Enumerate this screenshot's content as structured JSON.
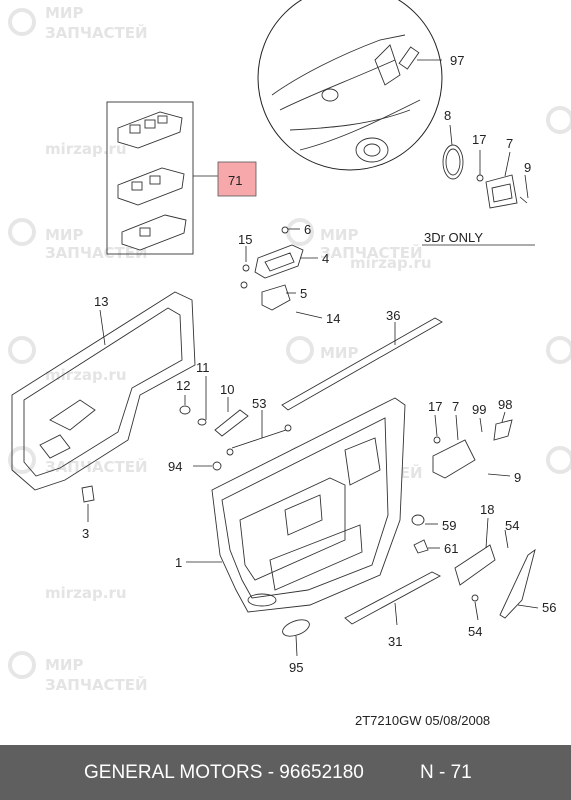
{
  "watermark": {
    "line1": "МИР",
    "line2": "ЗАПЧАСТЕЙ",
    "site": "mirzap.ru"
  },
  "highlight_label": "71",
  "variant_note": "3Dr ONLY",
  "drawing_code": "2T7210GW  05/08/2008",
  "footer": {
    "text": "GENERAL MOTORS - 96652180",
    "ref": "N - 71"
  },
  "labels": {
    "l97": "97",
    "l8": "8",
    "l17a": "17",
    "l7a": "7",
    "l9a": "9",
    "l6": "6",
    "l15": "15",
    "l4": "4",
    "l5": "5",
    "l14": "14",
    "l13": "13",
    "l36": "36",
    "l11": "11",
    "l12": "12",
    "l10": "10",
    "l53": "53",
    "l94": "94",
    "l3": "3",
    "l17b": "17",
    "l7b": "7",
    "l99": "99",
    "l98": "98",
    "l9b": "9",
    "l1": "1",
    "l59": "59",
    "l18": "18",
    "l54a": "54",
    "l61": "61",
    "l56": "56",
    "l31": "31",
    "l54b": "54",
    "l95": "95"
  },
  "colors": {
    "highlight": "#f7a8ab",
    "footer_bg": "#5f5f5f",
    "line": "#222222"
  }
}
